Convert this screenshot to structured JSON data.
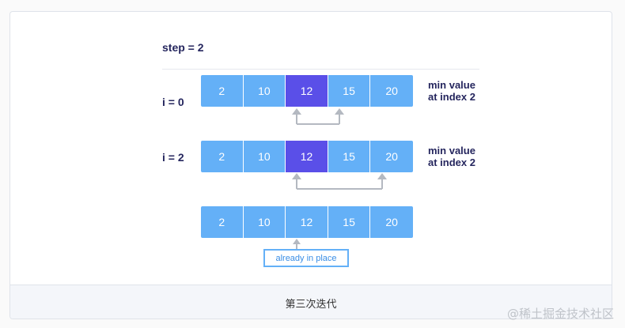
{
  "step_label": "step = 2",
  "rows": [
    {
      "label": "i = 0",
      "values": [
        "2",
        "10",
        "12",
        "15",
        "20"
      ],
      "highlight": [
        2
      ],
      "note": [
        "min value",
        "at index 2"
      ]
    },
    {
      "label": "i = 2",
      "values": [
        "2",
        "10",
        "12",
        "15",
        "20"
      ],
      "highlight": [
        2
      ],
      "note": [
        "min value",
        "at index 2"
      ]
    },
    {
      "label": "",
      "values": [
        "2",
        "10",
        "12",
        "15",
        "20"
      ],
      "highlight": [],
      "note": []
    }
  ],
  "annotation": "already in place",
  "caption": "第三次迭代",
  "watermark": "@稀土掘金技术社区",
  "colors": {
    "cell": "#64b0f7",
    "cell_highlight": "#5a4fe8",
    "arrow": "#b4b9c1",
    "text": "#25265e"
  }
}
